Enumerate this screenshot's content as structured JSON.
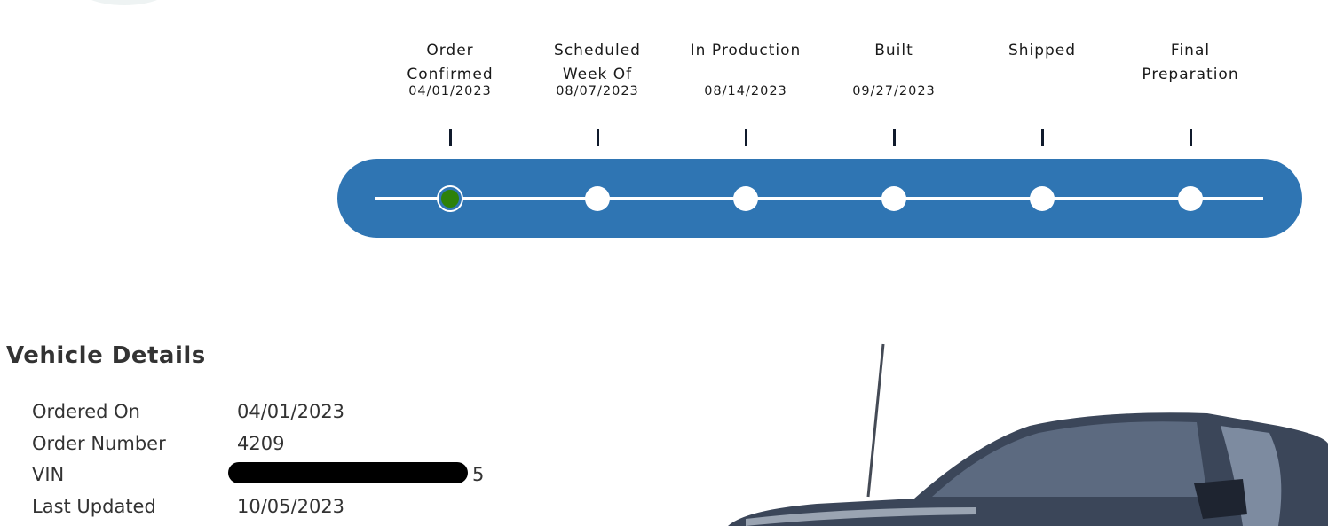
{
  "tracker": {
    "stages": [
      {
        "label": "Order Confirmed",
        "date": "04/01/2023",
        "status": "current"
      },
      {
        "label": "Scheduled Week Of",
        "date": "08/07/2023",
        "status": "pending"
      },
      {
        "label": "In Production",
        "date": "08/14/2023",
        "status": "pending"
      },
      {
        "label": "Built",
        "date": "09/27/2023",
        "status": "pending"
      },
      {
        "label": "Shipped",
        "date": "",
        "status": "pending"
      },
      {
        "label": "Final Preparation",
        "date": "",
        "status": "pending"
      }
    ],
    "colors": {
      "bar": "#2f75b3",
      "active": "#2d8109"
    }
  },
  "vehicle_details": {
    "title": "Vehicle Details",
    "rows": [
      {
        "label": "Ordered On",
        "value": "04/01/2023"
      },
      {
        "label": "Order Number",
        "value": "4209"
      },
      {
        "label": "VIN",
        "value": "5"
      },
      {
        "label": "Last Updated",
        "value": "10/05/2023"
      }
    ]
  }
}
